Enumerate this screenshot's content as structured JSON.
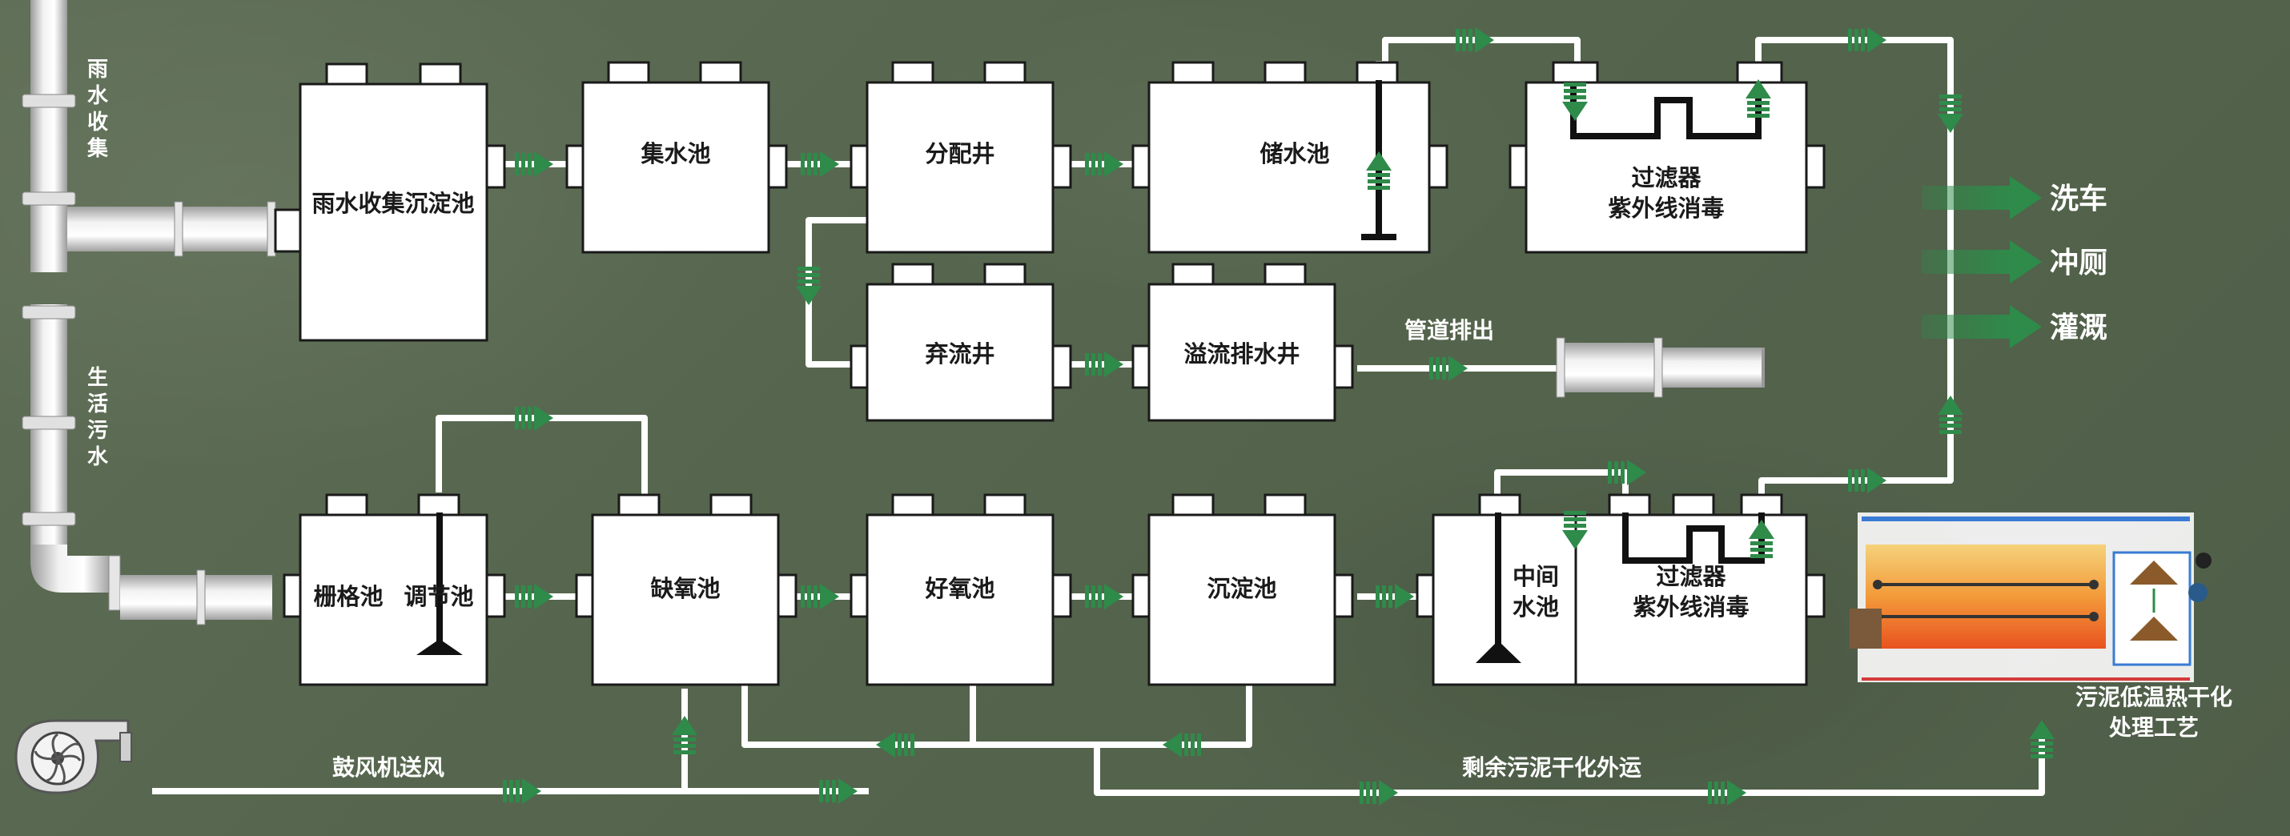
{
  "colors": {
    "background": "#56664f",
    "box_fill": "#ffffff",
    "pipe": "#ffffff",
    "arrow_green": "#2e8b4a",
    "text_dark": "#1a1a1a",
    "text_light": "#ffffff"
  },
  "side_labels": {
    "rain_collection": [
      "雨",
      "水",
      "收",
      "集"
    ],
    "domestic_sewage": [
      "生",
      "活",
      "污",
      "水"
    ]
  },
  "tanks": {
    "rain_settling": "雨水收集沉淀池",
    "collection": "集水池",
    "distribution_well": "分配井",
    "storage": "储水池",
    "filter_top": [
      "过滤器",
      "紫外线消毒"
    ],
    "diversion_well": "弃流井",
    "overflow_well": "溢流排水井",
    "screen": "栅格池",
    "regulating": "调节池",
    "anoxic": "缺氧池",
    "aerobic": "好氧池",
    "sedimentation": "沉淀池",
    "intermediate": [
      "中间",
      "水池"
    ],
    "filter_bottom": [
      "过滤器",
      "紫外线消毒"
    ]
  },
  "flow_labels": {
    "pipe_discharge": "管道排出",
    "blower_air": "鼓风机送风",
    "sludge_out": "剩余污泥干化外运"
  },
  "outputs": [
    "洗车",
    "冲厕",
    "灌溉"
  ],
  "sludge_process": [
    "污泥低温热干化",
    "处理工艺"
  ],
  "icons": {
    "blower": "blower-fan-icon",
    "arrow": "green-flow-arrow-icon"
  }
}
